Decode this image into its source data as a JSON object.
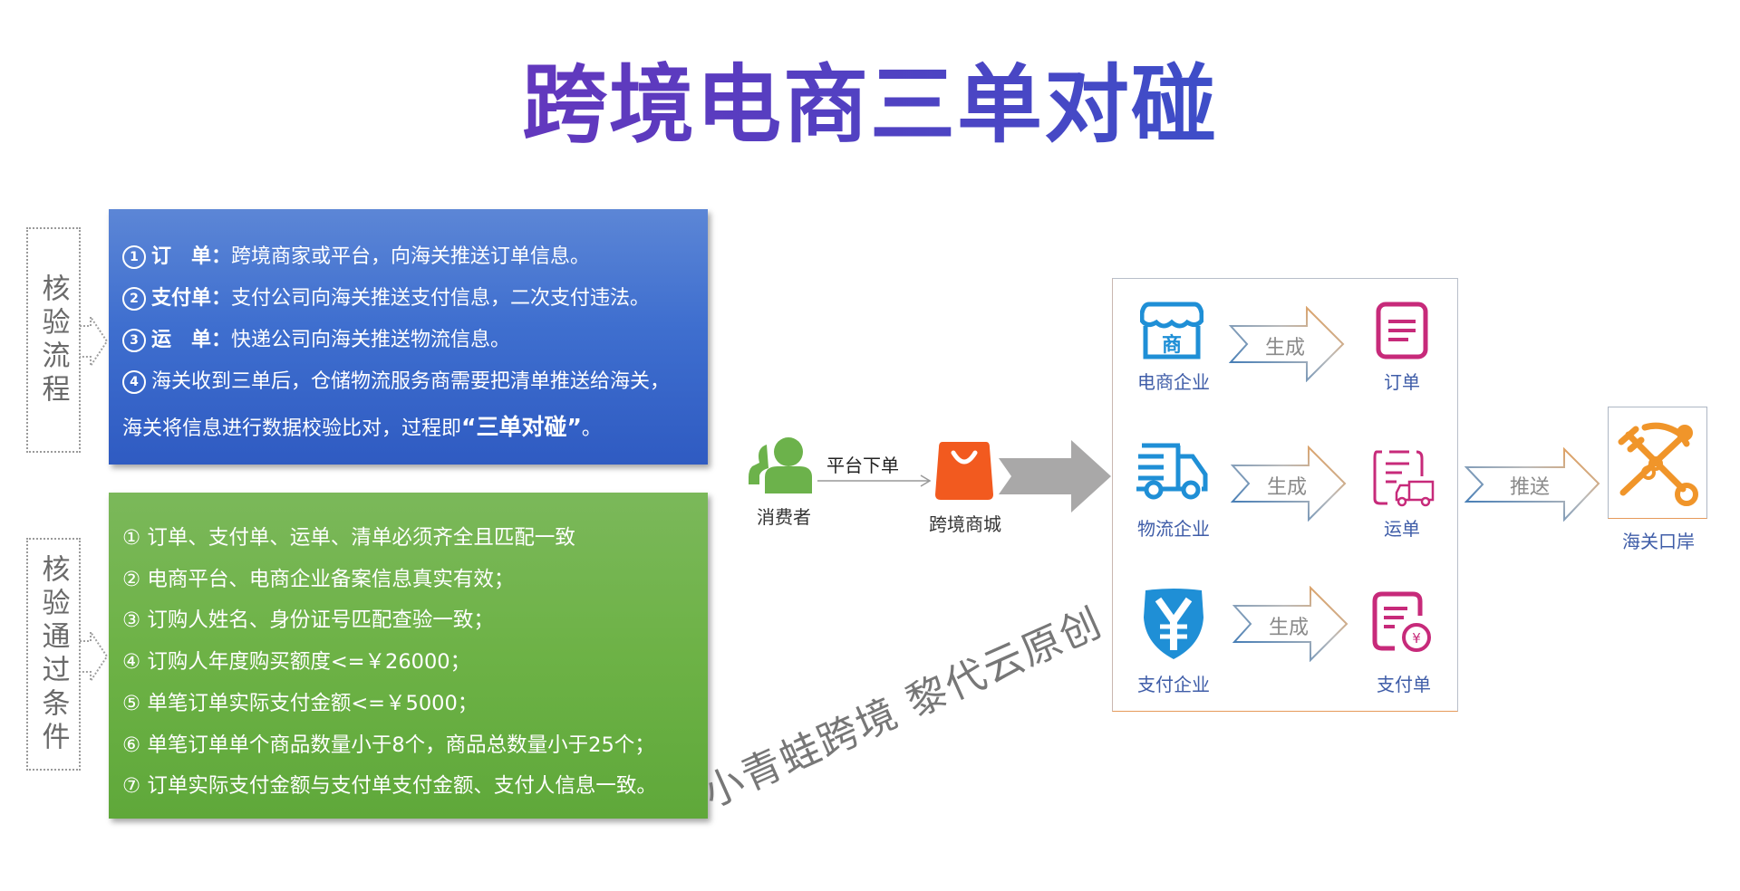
{
  "title": "跨境电商三单对碰",
  "process_section": {
    "side_label": "核验流程",
    "items": [
      {
        "num": "1",
        "head": "订　单：",
        "text": "跨境商家或平台，向海关推送订单信息。"
      },
      {
        "num": "2",
        "head": "支付单：",
        "text": "支付公司向海关推送支付信息，二次支付违法。"
      },
      {
        "num": "3",
        "head": "运　单：",
        "text": "快递公司向海关推送物流信息。"
      },
      {
        "num": "4",
        "head": "",
        "text": "海关收到三单后，仓储物流服务商需要把清单推送给海关，"
      }
    ],
    "continuation": "海关将信息进行数据校验比对，过程即",
    "highlight": "“三单对碰”",
    "end": "。"
  },
  "conditions_section": {
    "side_label": "核验通过条件",
    "items": [
      {
        "num": "①",
        "text": "订单、支付单、运单、清单必须齐全且匹配一致"
      },
      {
        "num": "②",
        "text": "电商平台、电商企业备案信息真实有效；"
      },
      {
        "num": "③",
        "text": "订购人姓名、身份证号匹配查验一致；"
      },
      {
        "num": "④",
        "text": "订购人年度购买额度<=￥26000；"
      },
      {
        "num": "⑤",
        "text": "单笔订单实际支付金额<=￥5000；"
      },
      {
        "num": "⑥",
        "text": "单笔订单单个商品数量小于8个，商品总数量小于25个；"
      },
      {
        "num": "⑦",
        "text": "订单实际支付金额与支付单支付金额、支付人信息一致。"
      }
    ]
  },
  "flow": {
    "consumer_label": "消费者",
    "order_action": "平台下单",
    "mall_label": "跨境商城",
    "rows": [
      {
        "source": "电商企业",
        "action": "生成",
        "target": "订单"
      },
      {
        "source": "物流企业",
        "action": "生成",
        "target": "运单"
      },
      {
        "source": "支付企业",
        "action": "生成",
        "target": "支付单"
      }
    ],
    "push_action": "推送",
    "customs_label": "海关口岸"
  },
  "colors": {
    "title_start": "#7a2fb8",
    "title_end": "#1f5bd1",
    "blue_panel": "#3f6fcf",
    "green_panel": "#6db246",
    "icon_blue": "#1f8fd6",
    "icon_magenta": "#c72a7a",
    "mall_orange": "#f25a1f",
    "consumer_green": "#6cb24b",
    "customs_orange": "#f0952a"
  },
  "watermark": "小青蛙跨境  黎代云原创"
}
